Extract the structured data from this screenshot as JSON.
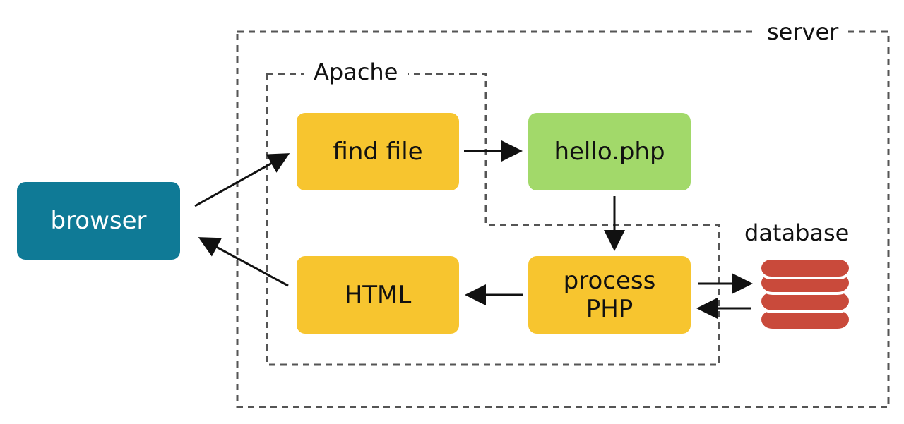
{
  "labels": {
    "server": "server",
    "apache": "Apache",
    "database": "database"
  },
  "nodes": {
    "browser": "browser",
    "find_file": "find file",
    "hello_php": "hello.php",
    "html": "HTML",
    "process_php": "process\nPHP"
  },
  "colors": {
    "browser": "#0f7a96",
    "yellow_box": "#f7c52f",
    "green_box": "#a2d96a",
    "database": "#c94a3b",
    "border": "#555555",
    "arrow": "#111111"
  },
  "icons": {
    "database": "database-cylinder-icon"
  }
}
